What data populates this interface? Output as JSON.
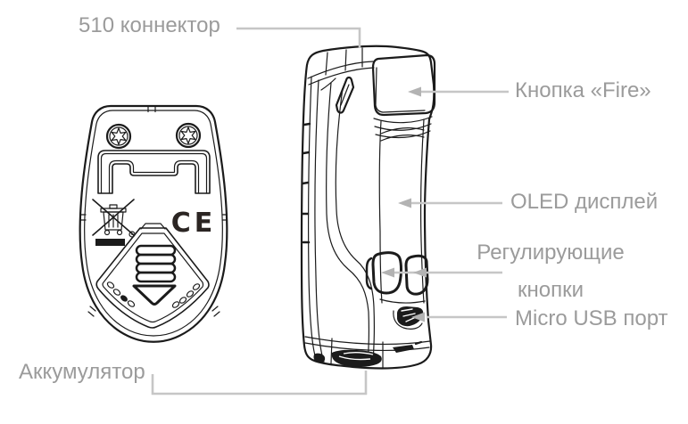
{
  "page": {
    "background": "#ffffff",
    "description": "Parts diagram of a box-mod device: bottom view (left) and side view (right) with Russian callout labels"
  },
  "colors": {
    "label_text": "#9b9b9b",
    "leader_line": "#c6c6c6",
    "arrowhead": "#b3b3b3",
    "line_art": "#1b1b1b",
    "marking_dark": "#2b2523"
  },
  "labels": {
    "connector_510": "510 коннектор",
    "fire_button": "Кнопка «Fire»",
    "oled_display": "OLED дисплей",
    "adjust_buttons_line1": "Регулирующие",
    "adjust_buttons_line2": "кнопки",
    "micro_usb": "Micro USB порт",
    "battery": "Аккумулятор"
  },
  "device": {
    "bottom_view": {
      "ce_mark": "CE",
      "icons": {
        "screws": "torx-screw-icon",
        "weee": "crossed-out-bin-icon",
        "door_arrow": "chevron-down-icon"
      }
    },
    "side_view": {
      "icons": {
        "usb": "micro-usb-port-icon",
        "callout_arrows": "left-arrowhead-icon"
      }
    }
  }
}
